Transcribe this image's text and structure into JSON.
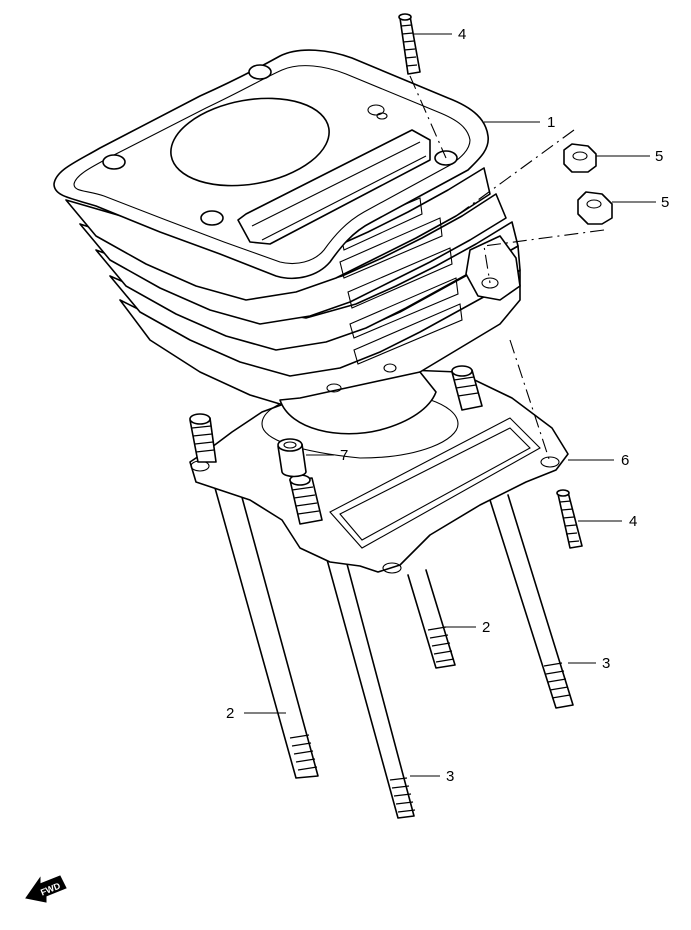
{
  "callouts": {
    "c1": "1",
    "c2a": "2",
    "c2b": "2",
    "c3a": "3",
    "c3b": "3",
    "c4a": "4",
    "c4b": "4",
    "c5a": "5",
    "c5b": "5",
    "c6": "6",
    "c7": "7"
  },
  "forward_badge": {
    "label": "FWD",
    "icon": "forward-arrow-icon"
  }
}
